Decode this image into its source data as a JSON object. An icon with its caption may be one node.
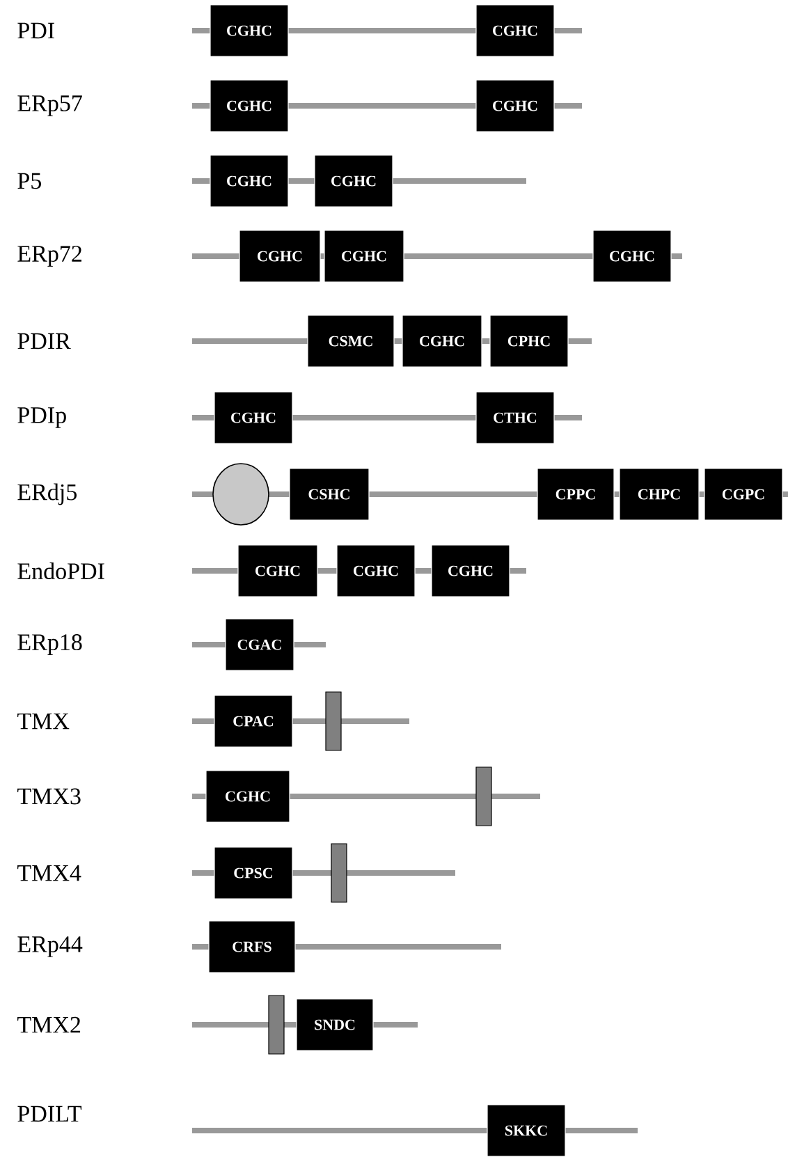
{
  "diagram": {
    "nodes": [
      {
        "text": [
          "CGHC"
        ]
      },
      {
        "text": [
          "CGHC"
        ]
      },
      {
        "text": [
          "CGHC"
        ]
      },
      {
        "text": [
          "CGHC"
        ]
      },
      {
        "text": [
          "CGHC"
        ]
      },
      {
        "text": [
          "CGHC"
        ]
      },
      {
        "text": [
          "CGHC"
        ]
      },
      {
        "text": [
          "CGHC"
        ]
      },
      {
        "text": [
          "CGHC"
        ]
      },
      {
        "text": [
          "CSMC"
        ]
      },
      {
        "text": [
          "CGHC"
        ]
      },
      {
        "text": [
          "CPHC"
        ]
      },
      {
        "text": [
          "CGHC"
        ]
      },
      {
        "text": [
          "CTHC"
        ]
      },
      {
        "text": [],
        "shape": "circle"
      },
      {
        "text": [
          "CSHC"
        ]
      },
      {
        "text": [
          "CPPC"
        ]
      },
      {
        "text": [
          "CHPC"
        ]
      },
      {
        "text": [
          "CGPC"
        ]
      },
      {
        "text": [
          "CGHC"
        ]
      },
      {
        "text": [
          "CGHC"
        ]
      },
      {
        "text": [
          "CGHC"
        ]
      },
      {
        "text": [
          "CGAC"
        ]
      },
      {
        "text": [
          "CPAC"
        ]
      },
      {
        "text": [],
        "shape": "bar"
      },
      {
        "text": [
          "CGHC"
        ]
      },
      {
        "text": [],
        "shape": "bar"
      },
      {
        "text": [
          "CPSC"
        ]
      },
      {
        "text": [],
        "shape": "bar"
      },
      {
        "text": [
          "CRFS"
        ]
      },
      {
        "text": [],
        "shape": "bar"
      },
      {
        "text": [
          "SNDC"
        ]
      },
      {
        "text": [
          "SKKC"
        ]
      }
    ],
    "labels": [
      "PDI",
      "ERp57",
      "P5",
      "ERp72",
      "PDIR",
      "PDIp",
      "ERdj5",
      "EndoPDI",
      "ERp18",
      "TMX",
      "TMX3",
      "TMX4",
      "ERp44",
      "TMX2",
      "PDILT"
    ]
  }
}
